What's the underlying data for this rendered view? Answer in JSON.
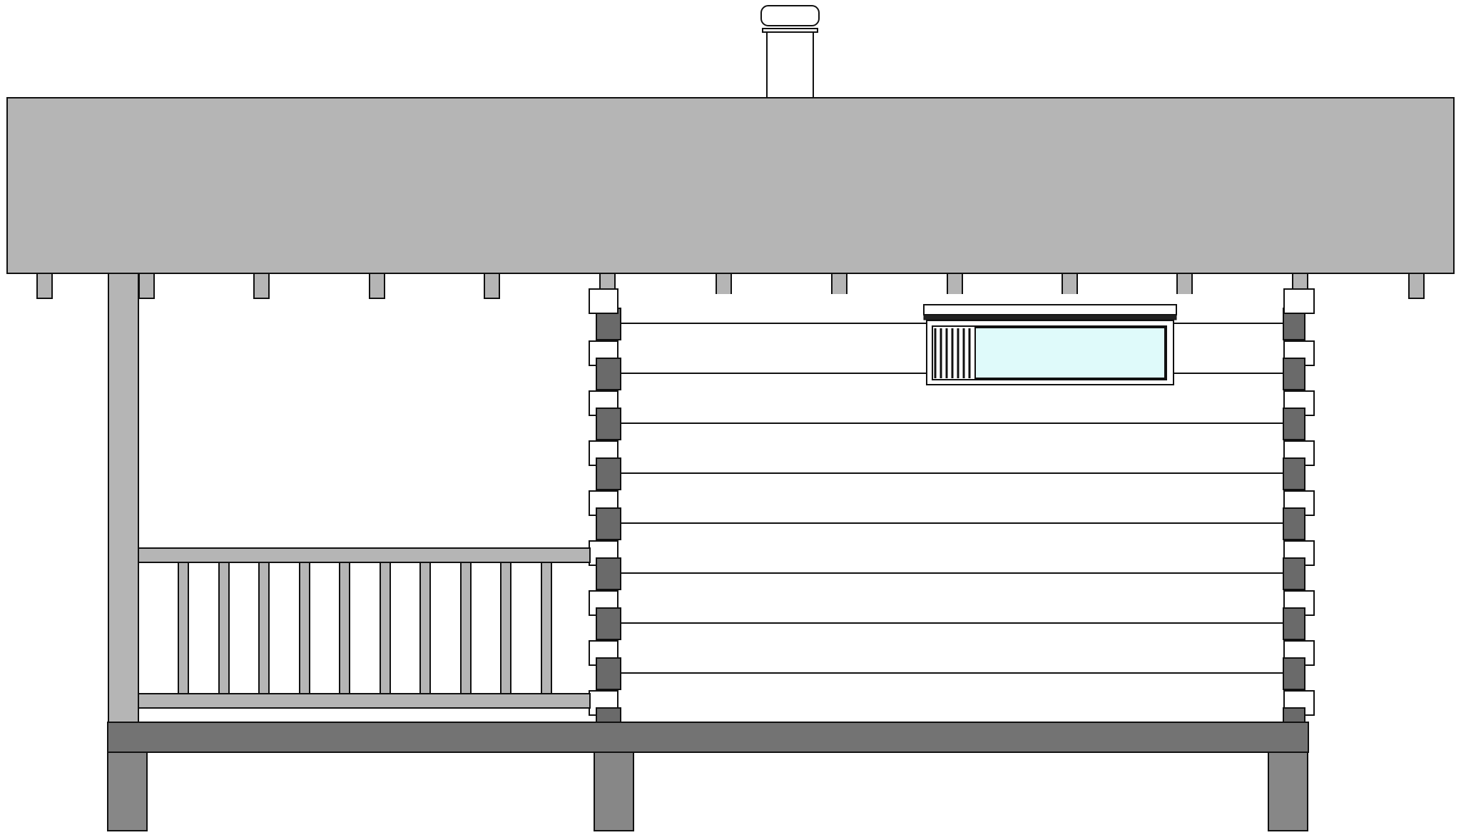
{
  "drawing": {
    "kind": "building-side-elevation",
    "colors": {
      "background": "#ffffff",
      "roof": "#b5b5b5",
      "outline": "#111111",
      "post": "#b5b5b5",
      "railing": "#b5b5b5",
      "log_corner": "#6a6a6a",
      "log_end": "#ffffff",
      "deck": "#737373",
      "foundation_pier": "#878787",
      "window_glass": "#dffafa",
      "chimney": "#ffffff"
    },
    "counts": {
      "roof_rafter_tails": 13,
      "railing_balusters": 10,
      "log_courses": 8,
      "foundation_piers": 3,
      "window_louver_slats": 7
    }
  }
}
